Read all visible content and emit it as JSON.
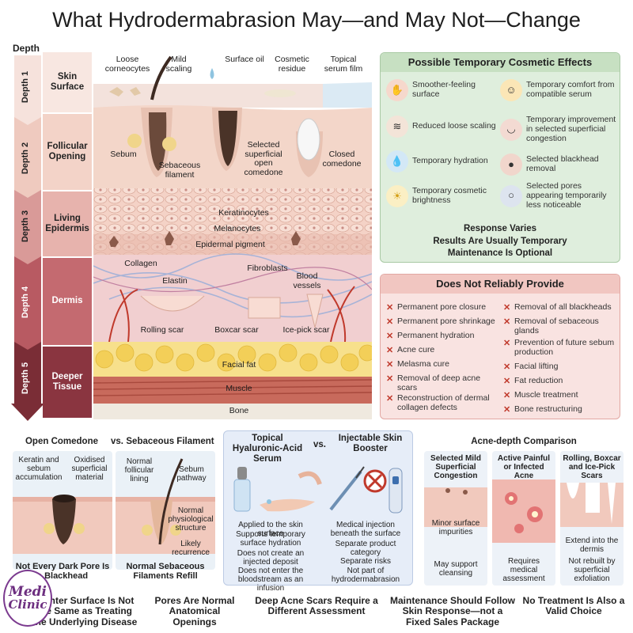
{
  "title": "What Hydrodermabrasion May—and May Not—Change",
  "depth_header": "Depth",
  "depths": [
    {
      "num": "Depth 1",
      "name": "Skin Surface"
    },
    {
      "num": "Depth 2",
      "name": "Follicular Opening"
    },
    {
      "num": "Depth 3",
      "name": "Living Epidermis"
    },
    {
      "num": "Depth 4",
      "name": "Dermis"
    },
    {
      "num": "Depth 5",
      "name": "Deeper Tissue"
    }
  ],
  "diagram_labels": {
    "loose_corneocytes": "Loose corneocytes",
    "mild_scaling": "Mild scaling",
    "surface_oil": "Surface oil",
    "cosmetic_residue": "Cosmetic residue",
    "topical_serum": "Topical serum film",
    "sebum": "Sebum",
    "sebaceous_filament": "Sebaceous filament",
    "open_comedone": "Selected superficial open comedone",
    "closed_comedone": "Closed comedone",
    "keratinocytes": "Keratinocytes",
    "melanocytes": "Melanocytes",
    "epidermal_pigment": "Epidermal pigment",
    "collagen": "Collagen",
    "elastin": "Elastin",
    "fibroblasts": "Fibroblasts",
    "blood_vessels": "Blood vessels",
    "rolling_scar": "Rolling scar",
    "boxcar_scar": "Boxcar scar",
    "icepick_scar": "Ice-pick scar",
    "facial_fat": "Facial fat",
    "muscle": "Muscle",
    "bone": "Bone"
  },
  "effects": {
    "header": "Possible Temporary Cosmetic Effects",
    "items": [
      "Smoother-feeling surface",
      "Temporary comfort from compatible serum",
      "Reduced loose scaling",
      "Temporary improvement in selected superficial congestion",
      "Temporary hydration",
      "Selected blackhead removal",
      "Temporary cosmetic brightness",
      "Selected pores appearing temporarily less noticeable"
    ],
    "footer": [
      "Response Varies",
      "Results Are Usually Temporary",
      "Maintenance Is Optional"
    ]
  },
  "not_provide": {
    "header": "Does Not Reliably Provide",
    "left": [
      "Permanent pore closure",
      "Permanent pore shrinkage",
      "Permanent hydration",
      "Acne cure",
      "Melasma cure",
      "Removal of deep acne scars",
      "Reconstruction of dermal collagen defects"
    ],
    "right": [
      "Removal of all blackheads",
      "Removal of sebaceous glands",
      "Prevention of future sebum production",
      "Facial lifting",
      "Fat reduction",
      "Muscle treatment",
      "Bone restructuring"
    ]
  },
  "comedone": {
    "title_a": "Open Comedone",
    "vs": "vs.",
    "title_b": "Sebaceous Filament",
    "a_label1": "Keratin and sebum accumulation",
    "a_label2": "Oxidised superficial material",
    "a_caption": "Not Every Dark Pore Is a Blackhead",
    "b_label1": "Normal follicular lining",
    "b_label2": "Sebum pathway",
    "b_label3": "Normal physiological structure",
    "b_label4": "Likely recurrence",
    "b_caption": "Normal Sebaceous Filaments Refill"
  },
  "serum": {
    "title_a": "Topical Hyaluronic-Acid Serum",
    "vs": "vs.",
    "title_b": "Injectable Skin Booster",
    "a_lines": [
      "Applied to the skin surface",
      "Supports temporary surface hydration",
      "Does not create an injected deposit",
      "Does not enter the bloodstream as an infusion"
    ],
    "b_lines": [
      "Medical injection beneath the surface",
      "Separate product category",
      "Separate risks",
      "Not part of hydrodermabrasion"
    ]
  },
  "acne": {
    "title": "Acne-depth Comparison",
    "cols": [
      {
        "head": "Selected Mild Superficial Congestion",
        "mid": "Minor surface impurities",
        "low": "May support cleansing"
      },
      {
        "head": "Active Painful or Infected Acne",
        "mid": "",
        "low": "Requires medical assessment"
      },
      {
        "head": "Rolling, Boxcar and Ice-Pick Scars",
        "mid": "Extend into the dermis",
        "low": "Not rebuilt by superficial exfoliation"
      }
    ]
  },
  "footer": [
    "Lighter Surface Is Not the Same as Treating the Underlying Disease",
    "Pores Are Normal Anatomical Openings",
    "Deep Acne Scars Require a Different Assessment",
    "Maintenance Should Follow Skin Response—not a Fixed Sales Package",
    "No Treatment Is Also a Valid Choice"
  ],
  "logo": {
    "line1": "Medi",
    "line2": "Clinic"
  },
  "colors": {
    "green_panel": "#dfeedd",
    "red_panel": "#f9e3e1",
    "blue_panel": "#e6edf8",
    "depth_dark": "#7a2d36"
  }
}
